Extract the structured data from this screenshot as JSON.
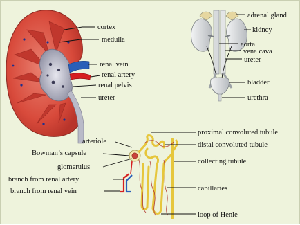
{
  "kidney_section": {
    "labels": {
      "cortex": "cortex",
      "medulla": "medulla",
      "renal_vein": "renal vein",
      "renal_artery": "renal artery",
      "renal_pelvis": "renal pelvis",
      "ureter": "ureter"
    }
  },
  "urinary_system": {
    "labels": {
      "adrenal_gland": "adrenal gland",
      "kidney": "kidney",
      "aorta": "aorta",
      "vena_cava": "vena cava",
      "ureter": "ureter",
      "bladder": "bladder",
      "urethra": "urethra"
    }
  },
  "nephron": {
    "labels": {
      "proximal_convoluted_tubule": "proximal convoluted tubule",
      "distal_convoluted_tubule": "distal convoluted tubule",
      "collecting_tubule": "collecting tubule",
      "capillaries": "capillaries",
      "loop_of_henle": "loop of Henle",
      "arteriole": "arteriole",
      "bowmans_capsule": "Bowman’s capsule",
      "glomerulus": "glomerulus",
      "branch_from_renal_artery": "branch from renal artery",
      "branch_from_renal_vein": "branch from renal vein"
    }
  },
  "colors": {
    "background": "#eef3dc",
    "cortex": "#d94a3a",
    "medulla": "#c23a30",
    "pelvis": "#b9b9c8",
    "vein_blue": "#2a5fb8",
    "artery_red": "#d61f1f",
    "tubule_yellow": "#f0d64a",
    "organ_grey": "#cfd3d6"
  }
}
